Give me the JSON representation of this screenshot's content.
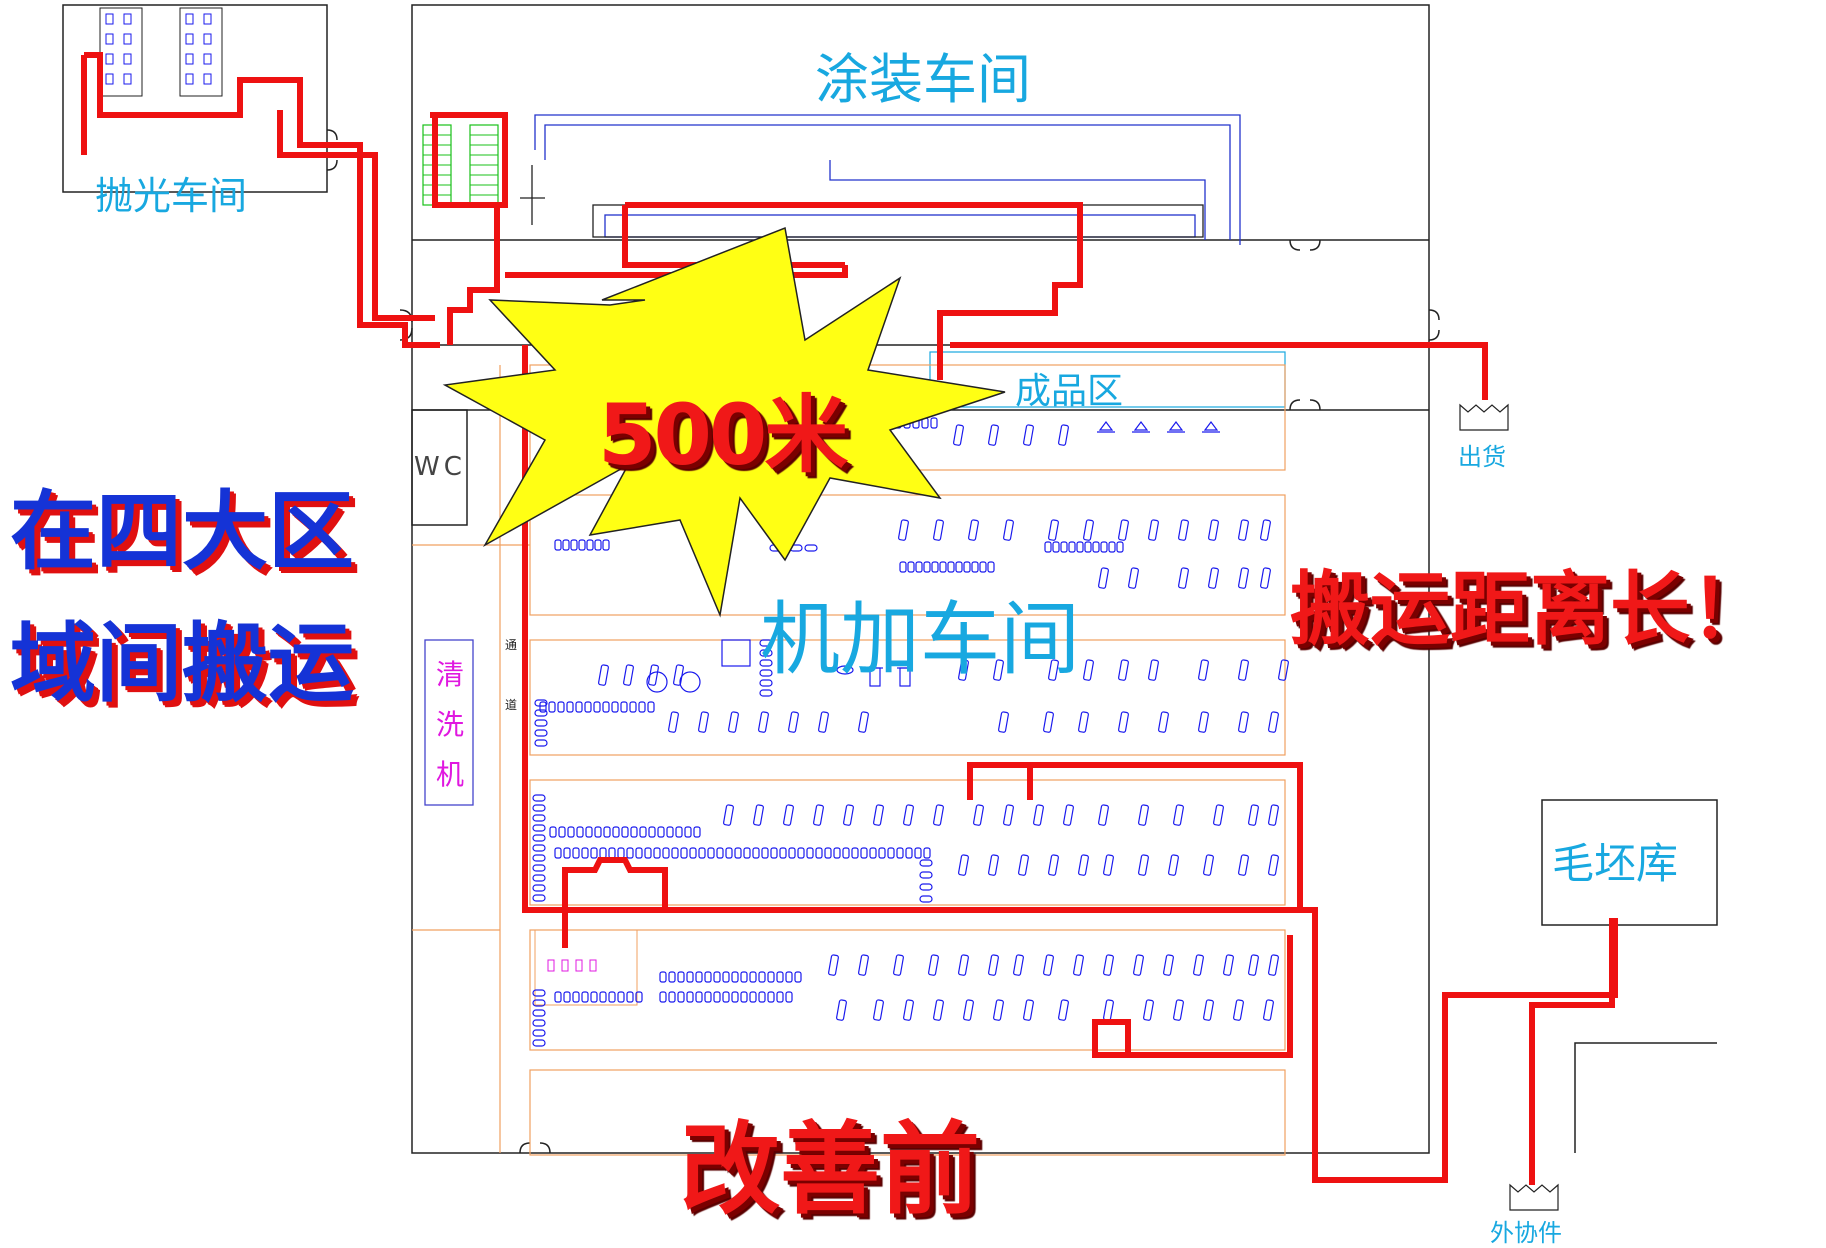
{
  "areas": {
    "painting": "涂装车间",
    "polishing": "抛光车间",
    "machining": "机加车间",
    "finished_goods": "成品区",
    "blank_store": "毛坯库",
    "washer": "清洗机",
    "wc": "WC",
    "passage": "通道"
  },
  "exits": {
    "shipping": "出货",
    "outsourcing": "外协件"
  },
  "callouts": {
    "distance": "500米",
    "left_note_line1": "在四大区",
    "left_note_line2": "域间搬运",
    "right_note": "搬运距离长！",
    "bottom_title": "改善前"
  },
  "colors": {
    "route": "#ee1111",
    "area_label": "#18a8e0",
    "machine": "#1a1aee",
    "zone_border": "#f0a060",
    "burst_fill": "#ffff14",
    "washer_text": "#e018e0"
  }
}
